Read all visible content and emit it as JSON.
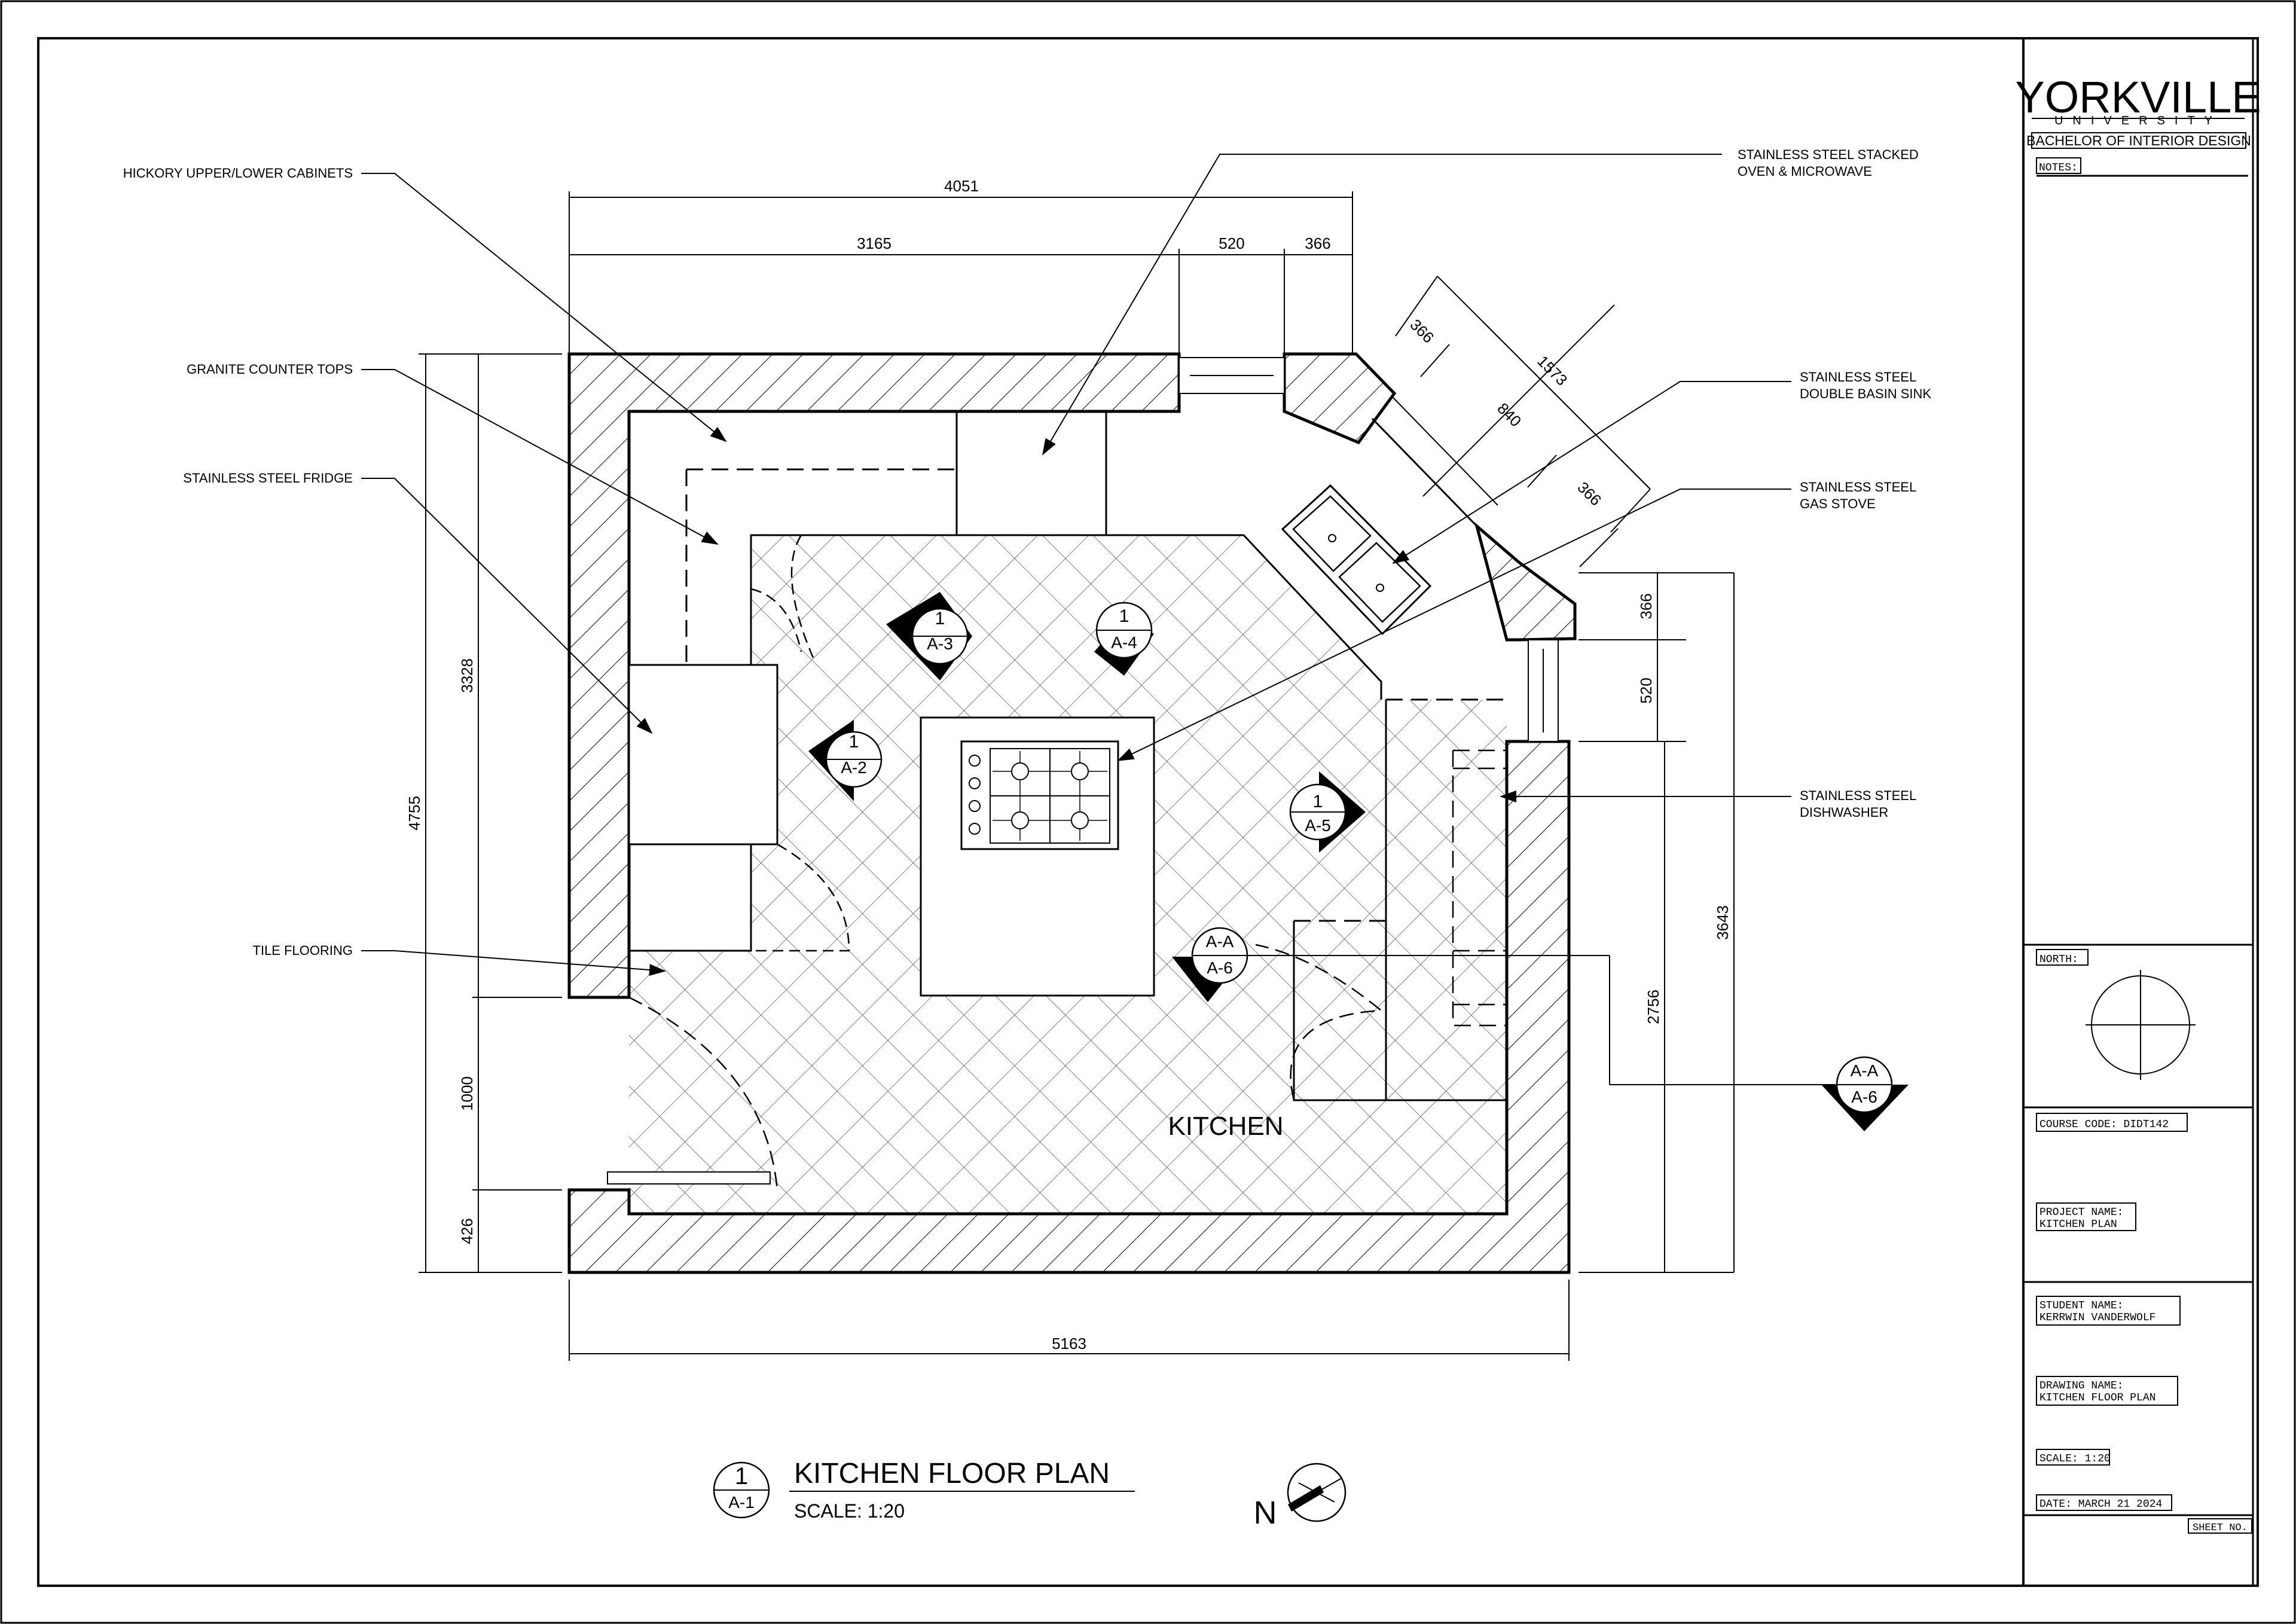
{
  "title_block": {
    "university_main": "YORKVILLE",
    "university_sub": "UNIVERSITY",
    "program": "BACHELOR OF INTERIOR DESIGN",
    "notes_label": "NOTES:",
    "north_label": "NORTH:",
    "course_code": "COURSE CODE: DIDT142",
    "project_label": "PROJECT NAME:",
    "project_value": "KITCHEN PLAN",
    "student_label": "STUDENT NAME:",
    "student_value": "KERRWIN VANDERWOLF",
    "drawing_label": "DRAWING NAME:",
    "drawing_value": "KITCHEN FLOOR PLAN",
    "scale": "SCALE: 1:20",
    "date": "DATE: MARCH 21 2024",
    "sheet_no": "SHEET NO."
  },
  "callouts": {
    "cabinets": "HICKORY UPPER/LOWER CABINETS",
    "counters": "GRANITE COUNTER TOPS",
    "fridge": "STAINLESS STEEL FRIDGE",
    "tile": "TILE FLOORING",
    "oven_1": "STAINLESS STEEL STACKED",
    "oven_2": "OVEN & MICROWAVE",
    "sink_1": "STAINLESS STEEL",
    "sink_2": "DOUBLE BASIN SINK",
    "stove_1": "STAINLESS STEEL",
    "stove_2": "GAS STOVE",
    "dish_1": "STAINLESS STEEL",
    "dish_2": "DISHWASHER"
  },
  "dimensions": {
    "d4051": "4051",
    "d3165": "3165",
    "d520_top": "520",
    "d366_top": "366",
    "d366_diag_a": "366",
    "d1573": "1573",
    "d840": "840",
    "d366_diag_b": "366",
    "d366_right": "366",
    "d520_right": "520",
    "d3643": "3643",
    "d2756": "2756",
    "d4755": "4755",
    "d3328": "3328",
    "d1000": "1000",
    "d426": "426",
    "d5163": "5163"
  },
  "section_markers": {
    "a2_num": "1",
    "a2_ref": "A-2",
    "a3_num": "1",
    "a3_ref": "A-3",
    "a4_num": "1",
    "a4_ref": "A-4",
    "a5_num": "1",
    "a5_ref": "A-5",
    "aa_in_num": "A-A",
    "aa_in_ref": "A-6",
    "aa_out_num": "A-A",
    "aa_out_ref": "A-6"
  },
  "room_label": "KITCHEN",
  "plan_title": {
    "num": "1",
    "ref": "A-1",
    "title": "KITCHEN FLOOR PLAN",
    "scale": "SCALE: 1:20",
    "north": "N"
  }
}
